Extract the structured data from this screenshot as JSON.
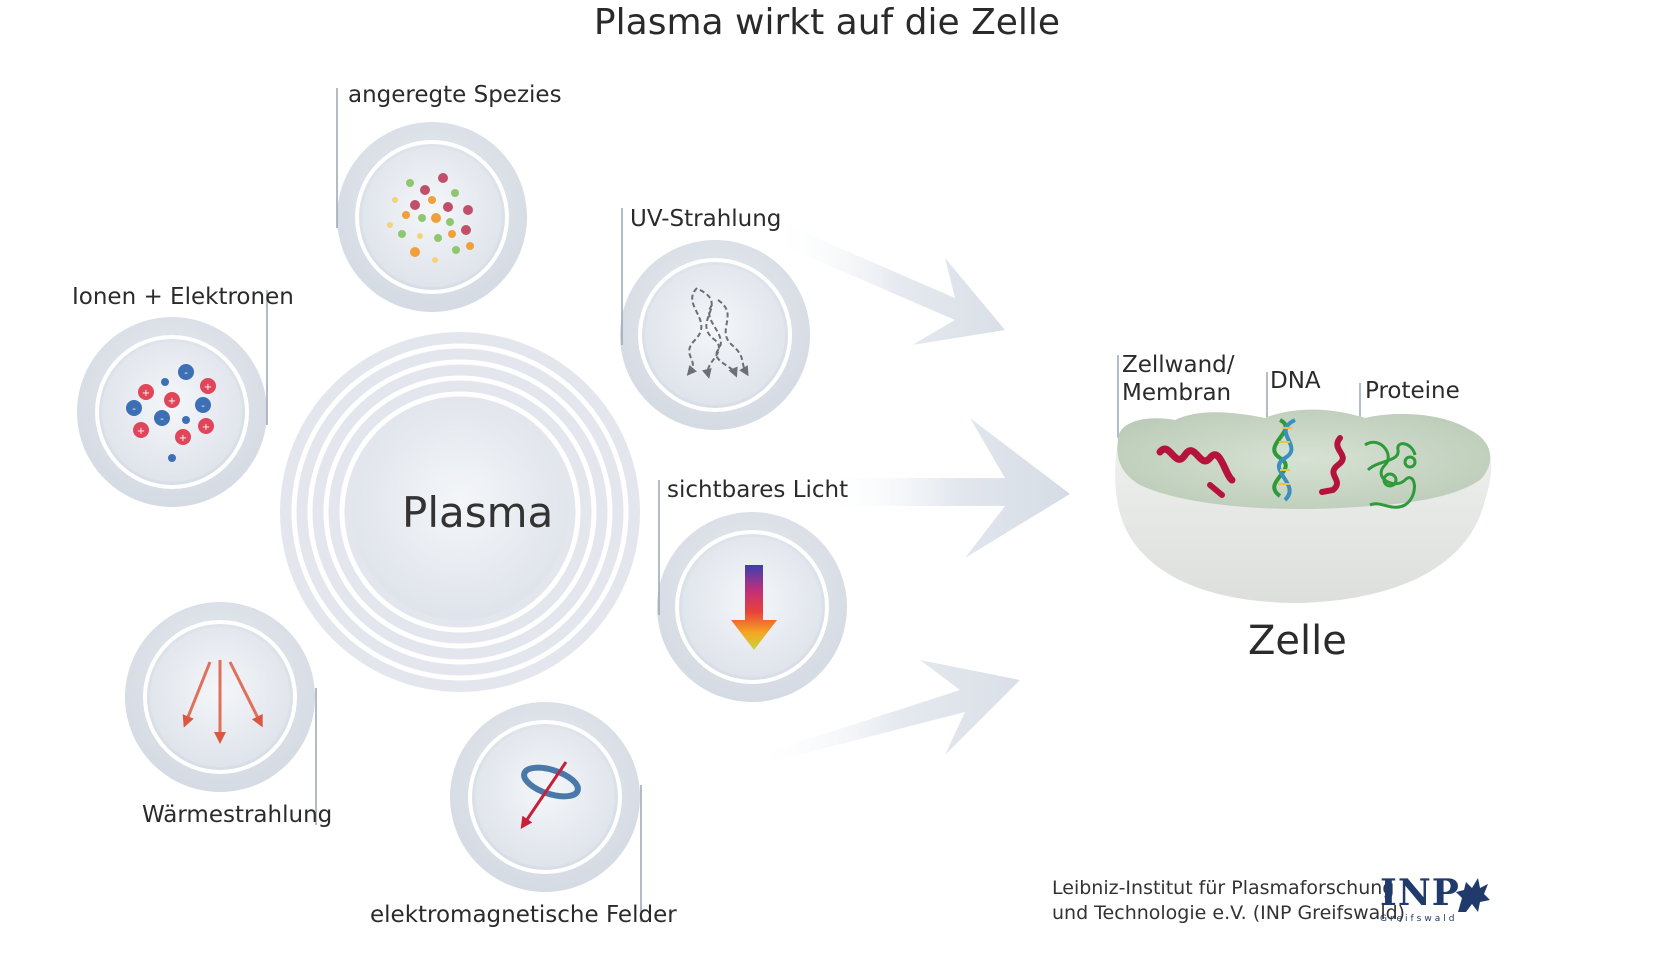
{
  "title": "Plasma wirkt auf die Zelle",
  "center": {
    "label": "Plasma"
  },
  "sources": {
    "species": "angeregte Spezies",
    "ions": "Ionen + Elektronen",
    "uv": "UV-Strahlung",
    "light": "sichtbares Licht",
    "heat": "Wärmestrahlung",
    "em": "elektromagnetische Felder"
  },
  "cell": {
    "label": "Zelle",
    "membrane_line1": "Zellwand/",
    "membrane_line2": "Membran",
    "dna": "DNA",
    "proteins": "Proteine"
  },
  "footer": {
    "line1": "Leibniz-Institut für Plasmaforschung",
    "line2": "und Technologie e.V. (INP Greifswald)",
    "logo": "INP",
    "logo_sub": "Greifswald"
  },
  "colors": {
    "circle_outer": "#dfe3ea",
    "circle_inner": "#e9ecf1",
    "cell_top": "#c9d5c6",
    "protein_red": "#b5133c",
    "protein_green": "#2f9a3a",
    "ion_plus": "#e0465a",
    "ion_minus": "#3d6fb5",
    "heat_arrow": "#e0705a",
    "logo": "#1f3a6b"
  }
}
